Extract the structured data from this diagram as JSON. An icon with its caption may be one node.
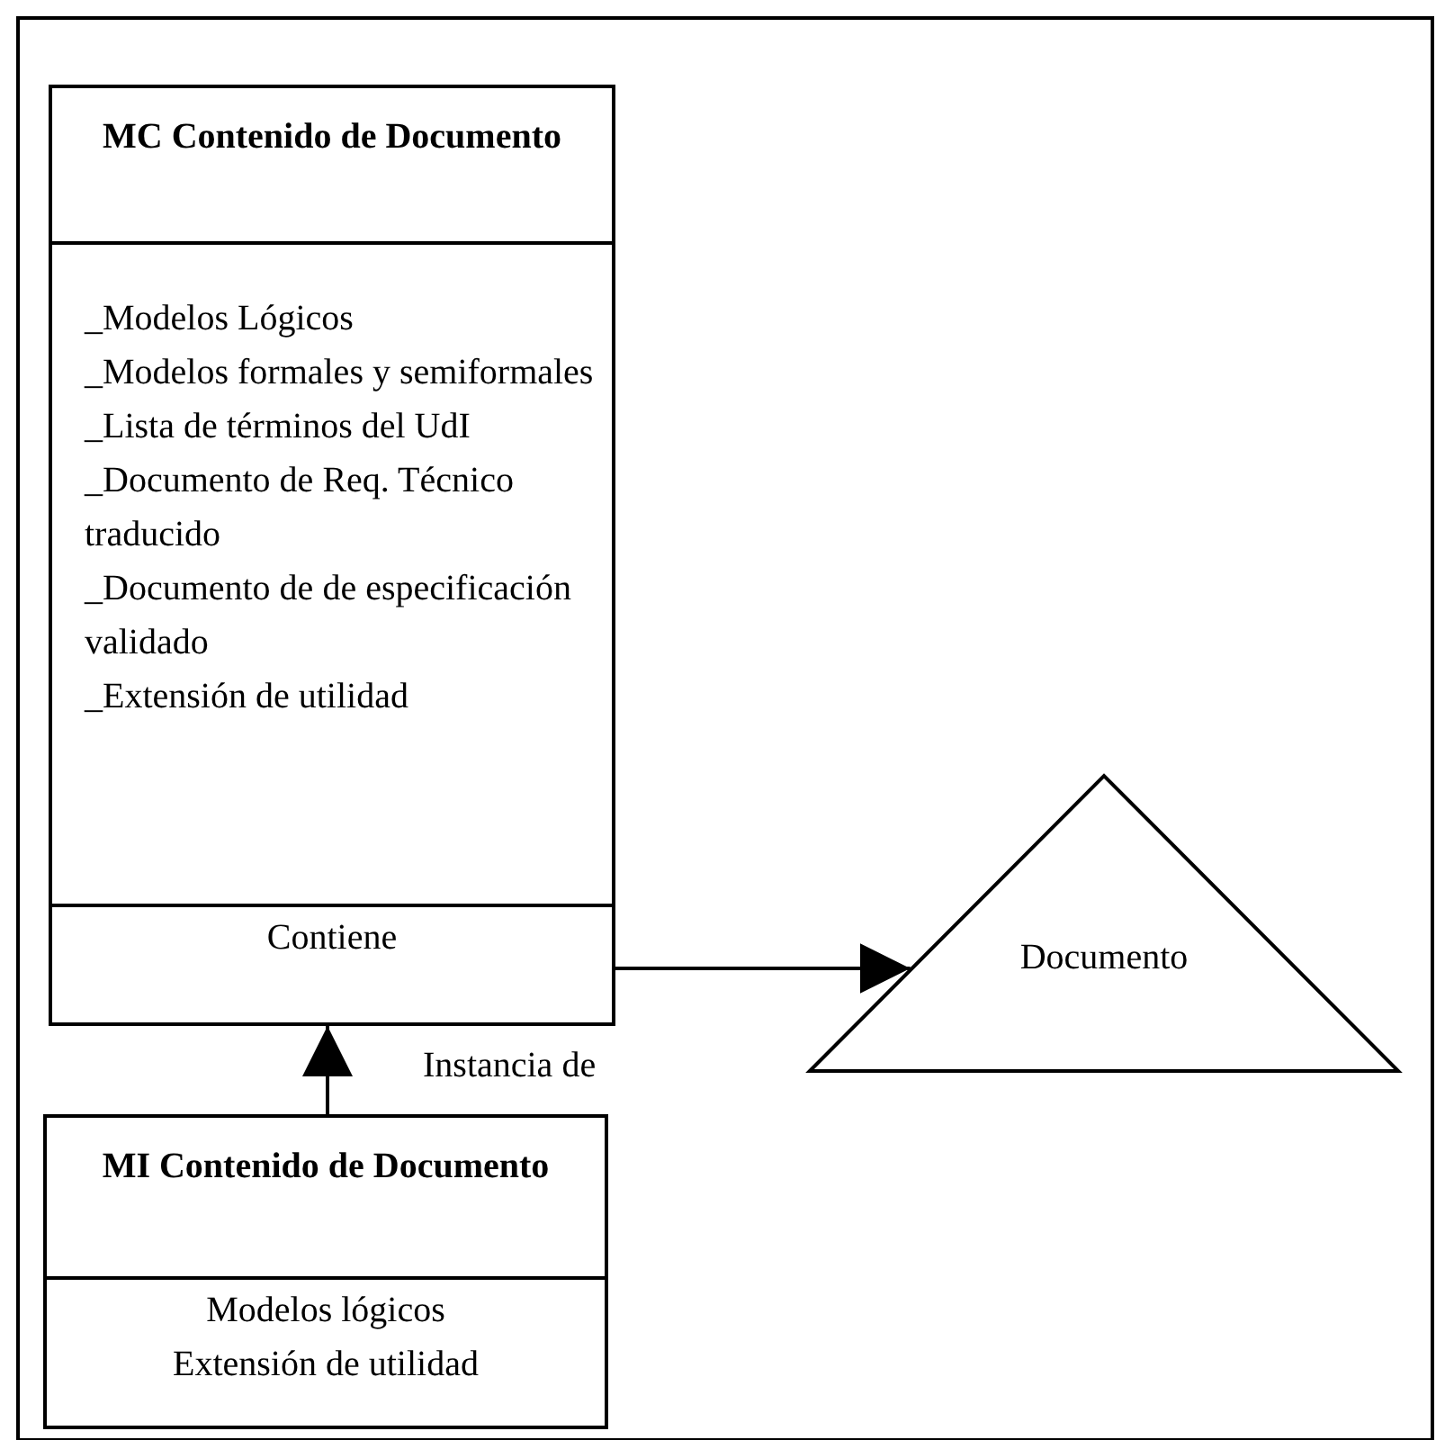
{
  "diagram": {
    "nodes": [
      {
        "text": [
          "MC Contenido de Documento",
          "_Modelos Lógicos",
          "_Modelos formales y semiformales",
          "_Lista de términos del UdI",
          "_Documento de Req. Técnico traducido",
          "_Documento de de especificación validado",
          "_Extensión de utilidad",
          "Contiene"
        ]
      },
      {
        "text": [
          "Documento"
        ]
      },
      {
        "text": [
          "MI Contenido de Documento",
          "Modelos lógicos",
          "Extensión de utilidad"
        ]
      }
    ],
    "edges": [
      {
        "from": 0,
        "to": 1,
        "arrow": "to"
      },
      {
        "from": 2,
        "to": 0,
        "arrow": "to",
        "label": "Instancia de"
      }
    ]
  }
}
